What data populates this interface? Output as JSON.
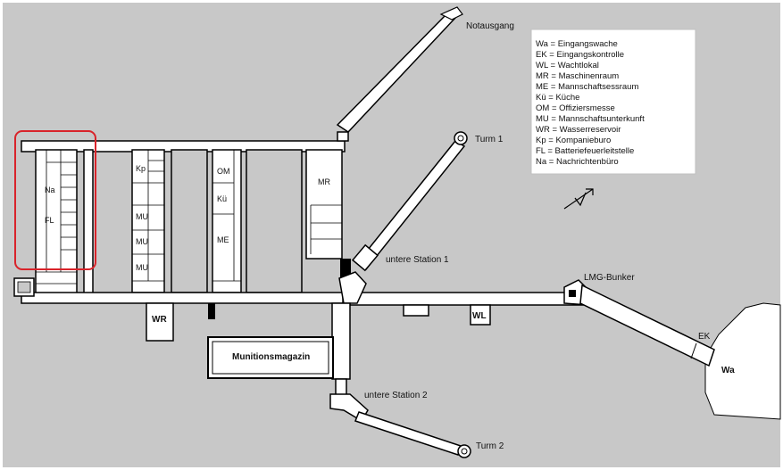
{
  "labels": {
    "notausgang": "Notausgang",
    "turm1": "Turm 1",
    "turm2": "Turm 2",
    "untere_station_1": "untere Station 1",
    "untere_station_2": "untere Station 2",
    "lmg_bunker": "LMG-Bunker",
    "munitionsmagazin": "Munitionsmagazin",
    "wr": "WR",
    "wl": "WL",
    "ek": "EK",
    "wa": "Wa"
  },
  "rooms": {
    "na": "Na",
    "fl": "FL",
    "kp": "Kp",
    "mu1": "MU",
    "mu2": "MU",
    "mu3": "MU",
    "om": "OM",
    "ku": "Kü",
    "me": "ME",
    "mr": "MR"
  },
  "legend": [
    "Wa = Eingangswache",
    "EK = Eingangskontrolle",
    "WL = Wachtlokal",
    "MR = Maschinenraum",
    "ME = Mannschaftsessraum",
    "Kü = Küche",
    "OM = Offiziersmesse",
    "MU = Mannschaftsunterkunft",
    "WR = Wasserreservoir",
    "Kp = Kompanieburo",
    "FL = Batteriefeuerleitstelle",
    "Na = Nachrichtenbüro"
  ],
  "colors": {
    "background": "#c8c8c8",
    "corridor": "#ffffff",
    "wall": "#000000",
    "highlight": "#d9232a"
  },
  "icons": {
    "north_arrow": "north-arrow-icon"
  }
}
